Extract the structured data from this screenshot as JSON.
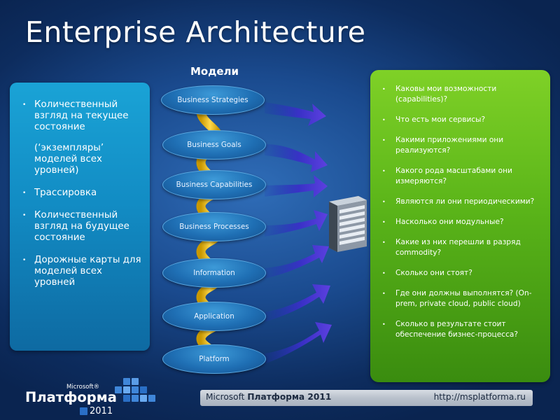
{
  "title": "Enterprise Architecture",
  "models_label": "Модели",
  "left_panel": {
    "items": [
      "Количественный взгляд на текущее состояние",
      "Трассировка",
      "Количественный взгляд на будущее состояние",
      "Дорожные карты для моделей всех уровней"
    ],
    "item0_sub": "(‘экземпляры’ моделей всех уровней)"
  },
  "models": [
    "Business Strategies",
    "Business Goals",
    "Business Capabilities",
    "Business Processes",
    "Information",
    "Application",
    "Platform"
  ],
  "questions": [
    "Каковы мои возможности (capabilities)?",
    "Что есть мои сервисы?",
    "Какими приложениями они реализуются?",
    "Какого рода масштабами они измеряются?",
    "Являются ли они периодическими?",
    "Насколько они модульные?",
    "Какие из них перешли в разряд commodity?",
    "Сколько они стоят?",
    "Где они должны выполнятся? (On-prem, private cloud, public cloud)",
    "Сколько в результате стоит обеспечение бизнес-процесса?"
  ],
  "footer": {
    "left_prefix": "Microsoft ",
    "left_bold": "Платформа 2011",
    "right": "http://msplatforma.ru"
  },
  "logo": {
    "microsoft": "Microsoft®",
    "name": "Платформа",
    "year": "2011"
  },
  "colors": {
    "background": "#1a4a8e",
    "left_panel": "#128cc4",
    "right_panel": "#5ab419",
    "oval": "#1f6fb4",
    "spine": "#f2c200",
    "arrow": "#4a3bd0"
  },
  "icons": [
    "server-icon"
  ]
}
